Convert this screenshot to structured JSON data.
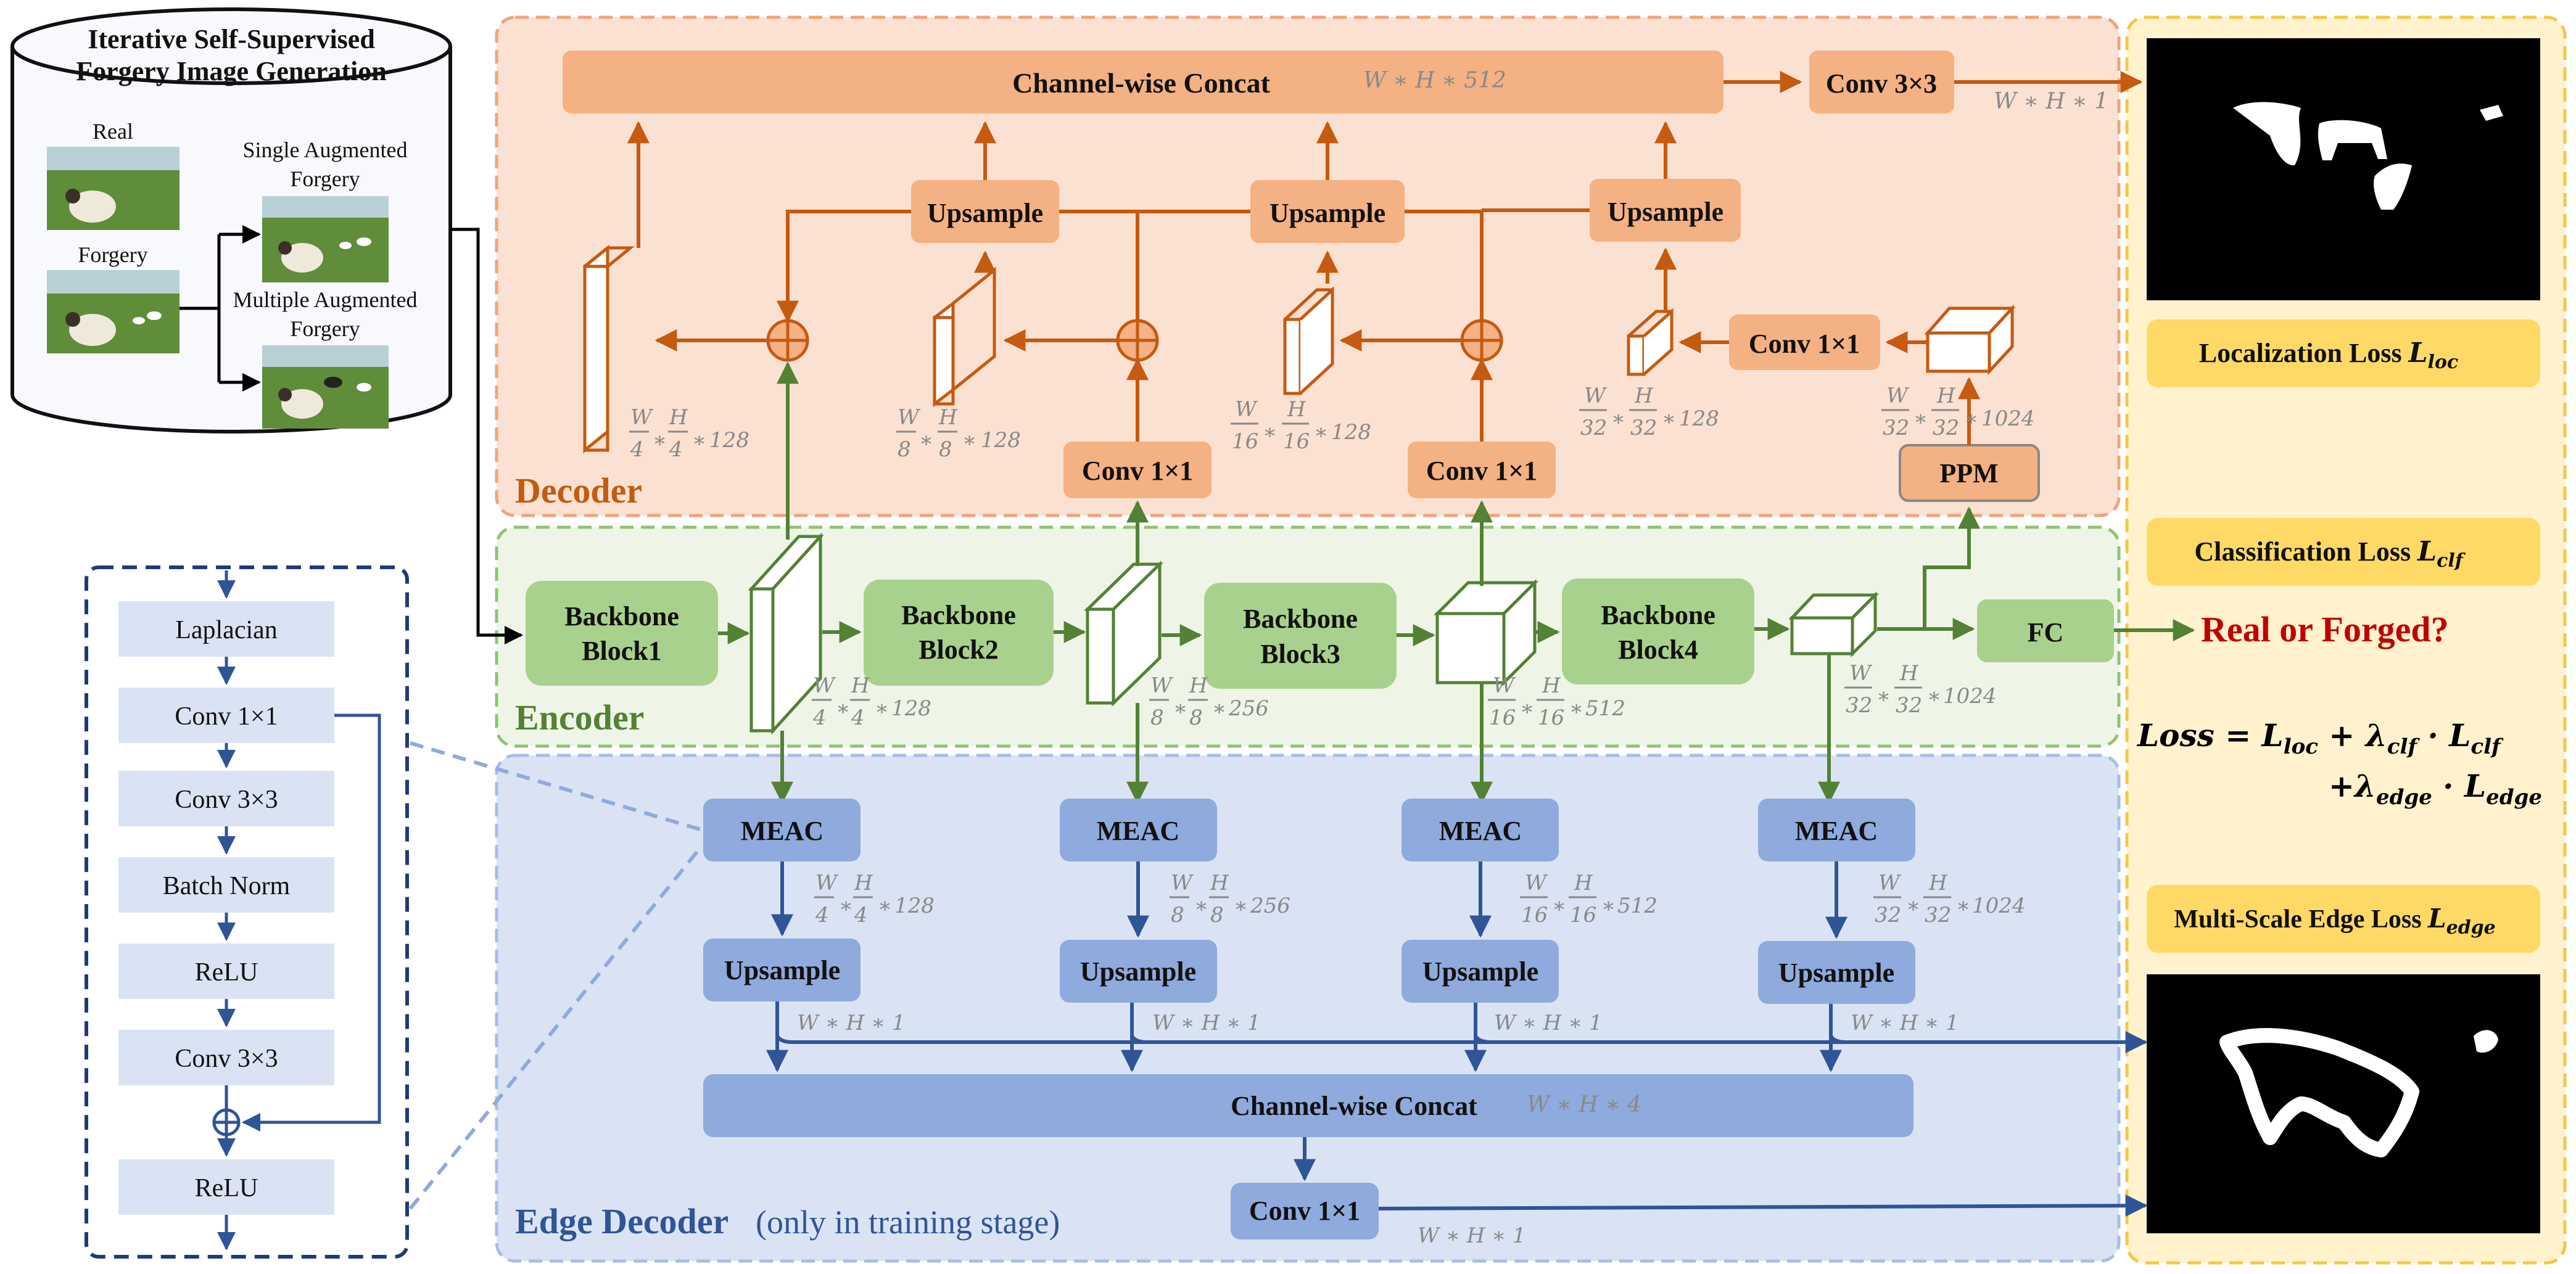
{
  "colors": {
    "decoder_bg": "#fbe1d2",
    "decoder_border": "#f0a47a",
    "decoder_box": "#f4b183",
    "decoder_arrow": "#c55a11",
    "encoder_bg": "#eef5e6",
    "encoder_border": "#8fc473",
    "encoder_box": "#a9d18e",
    "encoder_arrow": "#538135",
    "edge_bg": "#dae3f3",
    "edge_border": "#a6bde6",
    "edge_box": "#8faadc",
    "edge_arrow": "#2f5597",
    "loss_bg": "#fff2cc",
    "loss_box": "#ffd966",
    "meac_box": "#dae3f3",
    "verdict": "#c00000"
  },
  "generation": {
    "title_line1": "Iterative Self-Supervised",
    "title_line2": "Forgery Image Generation",
    "real": "Real",
    "forgery": "Forgery",
    "single_line1": "Single Augmented",
    "single_line2": "Forgery",
    "multiple_line1": "Multiple Augmented",
    "multiple_line2": "Forgery"
  },
  "meac": {
    "steps": [
      "Laplacian",
      "Conv 1×1",
      "Conv 3×3",
      "Batch Norm",
      "ReLU",
      "Conv 3×3",
      "ReLU"
    ]
  },
  "decoder": {
    "title": "Decoder",
    "concat": "Channel-wise Concat",
    "concat_dim": "W ∗ H ∗ 512",
    "conv3x3": "Conv 3×3",
    "conv3x3_dim": "W ∗ H ∗ 1",
    "upsample": "Upsample",
    "conv1x1": "Conv 1×1",
    "ppm": "PPM",
    "dims": {
      "f1": "128",
      "f2": "128",
      "f3": "128",
      "f4": "128",
      "f5": "1024"
    }
  },
  "encoder": {
    "title": "Encoder",
    "blocks": [
      {
        "line1": "Backbone",
        "line2": "Block1"
      },
      {
        "line1": "Backbone",
        "line2": "Block2"
      },
      {
        "line1": "Backbone",
        "line2": "Block3"
      },
      {
        "line1": "Backbone",
        "line2": "Block4"
      }
    ],
    "fc": "FC",
    "verdict": "Real or Forged?",
    "dims": {
      "e1": "128",
      "e2": "256",
      "e3": "512",
      "e4": "1024"
    }
  },
  "edge_decoder": {
    "title": "Edge Decoder",
    "subtitle": "(only in training stage)",
    "meac": "MEAC",
    "upsample": "Upsample",
    "concat": "Channel-wise Concat",
    "concat_dim": "W ∗ H ∗ 4",
    "conv1x1": "Conv 1×1",
    "wh1": "W ∗ H ∗ 1",
    "dims": {
      "m1": "128",
      "m2": "256",
      "m3": "512",
      "m4": "1024"
    }
  },
  "losses": {
    "loc": "Localization Loss",
    "loc_sub": "loc",
    "clf": "Classification Loss",
    "clf_sub": "clf",
    "edge": "Multi-Scale Edge Loss",
    "edge_sub": "edge",
    "formula_loss": "Loss",
    "formula_eq": "=",
    "lambda": "λ"
  }
}
